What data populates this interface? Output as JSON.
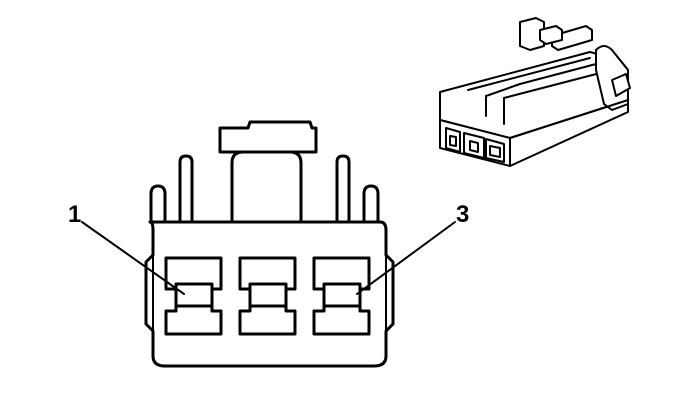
{
  "diagram": {
    "callouts": [
      {
        "id": "pin-1",
        "label": "1"
      },
      {
        "id": "pin-3",
        "label": "3"
      }
    ]
  }
}
